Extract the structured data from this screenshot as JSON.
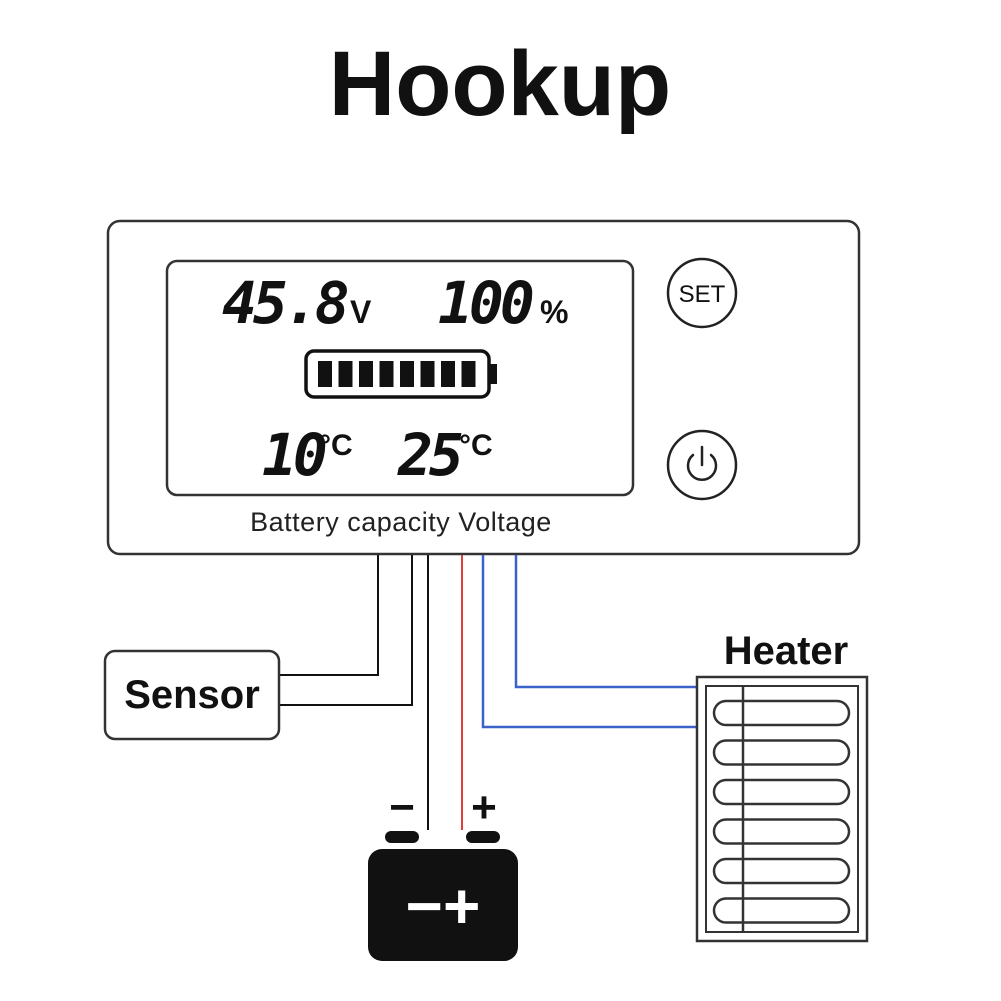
{
  "title": "Hookup",
  "display": {
    "voltage_value": "45.8",
    "voltage_unit": "V",
    "capacity_value": "100",
    "capacity_unit": "%",
    "battery_bar_segments": 8,
    "temp_low_value": "10",
    "temp_low_unit": "°C",
    "temp_high_value": "25",
    "temp_high_unit": "°C"
  },
  "buttons": {
    "set_label": "SET",
    "power_icon": "power-icon"
  },
  "caption": "Battery capacity Voltage",
  "components": {
    "sensor_label": "Sensor",
    "heater_label": "Heater",
    "battery_minus": "−",
    "battery_plus": "+",
    "battery_face": "−+"
  },
  "colors": {
    "positive_wire": "#e23b3b",
    "heater_wire": "#3b62c9",
    "neutral_wire": "#111111"
  }
}
